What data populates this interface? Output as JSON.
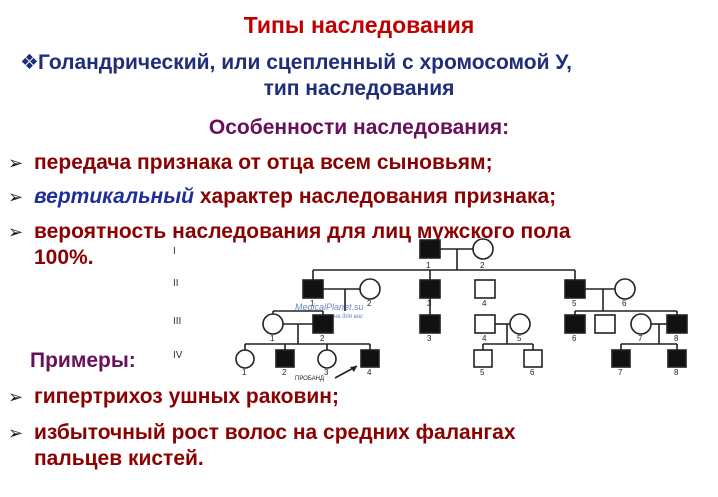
{
  "slide": {
    "title": "Типы наследования",
    "subtitle_line1": "Голандрический, или сцепленный с хромосомой У,",
    "subtitle_line2": "тип наследования",
    "features_heading": "Особенности наследования:",
    "bullets": [
      {
        "text": "передача признака от отца всем сыновьям;"
      },
      {
        "italic": "вертикальный",
        "text": " характер наследования признака;"
      },
      {
        "line1": "вероятность наследования для лиц мужского пола",
        "line2": "100%."
      }
    ],
    "examples_heading": "Примеры:",
    "examples": [
      {
        "text": "гипертрихоз ушных раковин;"
      },
      {
        "line1": "избыточный рост волос на средних фалангах",
        "line2": "пальцев кистей."
      }
    ]
  },
  "pedigree": {
    "generations": [
      "I",
      "II",
      "III",
      "IV"
    ],
    "watermark_line1": "MedicalPlanet.su",
    "watermark_line2": "медицина для вас",
    "proband_label": "ПРОБАНД",
    "gen1": [
      "1",
      "2"
    ],
    "gen2": [
      "1",
      "2",
      "3",
      "4",
      "5",
      "6"
    ],
    "gen3": [
      "1",
      "2",
      "3",
      "4",
      "5",
      "6",
      "7",
      "8"
    ],
    "gen4": [
      "1",
      "2",
      "3",
      "4",
      "5",
      "6",
      "7",
      "8"
    ]
  },
  "colors": {
    "title": "#c00000",
    "subtitle": "#1f2d7a",
    "heading": "#6a0f5a",
    "bullet_text": "#8b0000",
    "italic": "#1f2d9a"
  }
}
